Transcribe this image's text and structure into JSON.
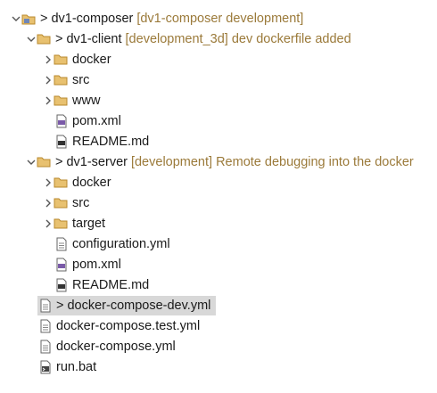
{
  "tree": {
    "root": {
      "label": "dv1-composer",
      "prefix": ">",
      "decoration": "[dv1-composer development]"
    },
    "client": {
      "label": "dv1-client",
      "prefix": ">",
      "decoration": "[development_3d] dev dockerfile added",
      "children": [
        "docker",
        "src",
        "www",
        "pom.xml",
        "README.md"
      ]
    },
    "server": {
      "label": "dv1-server",
      "prefix": ">",
      "decoration": "[development] Remote debugging into the docker",
      "children": [
        "docker",
        "src",
        "target",
        "configuration.yml",
        "pom.xml",
        "README.md"
      ]
    },
    "root_files": [
      {
        "label": "docker-compose-dev.yml",
        "prefix": ">"
      },
      {
        "label": "docker-compose.test.yml"
      },
      {
        "label": "docker-compose.yml"
      },
      {
        "label": "run.bat"
      }
    ]
  },
  "colors": {
    "folder": "#d9a43a",
    "decoration": "#9b7a3a",
    "selection": "#d8d8d8"
  },
  "icons": {
    "expanded": "chevron-down-icon",
    "collapsed": "chevron-right-icon",
    "project": "project-folder-icon",
    "folder": "folder-icon",
    "xml": "xml-file-icon",
    "markdown": "markdown-file-icon",
    "yaml": "text-file-icon",
    "bat": "batch-file-icon"
  }
}
